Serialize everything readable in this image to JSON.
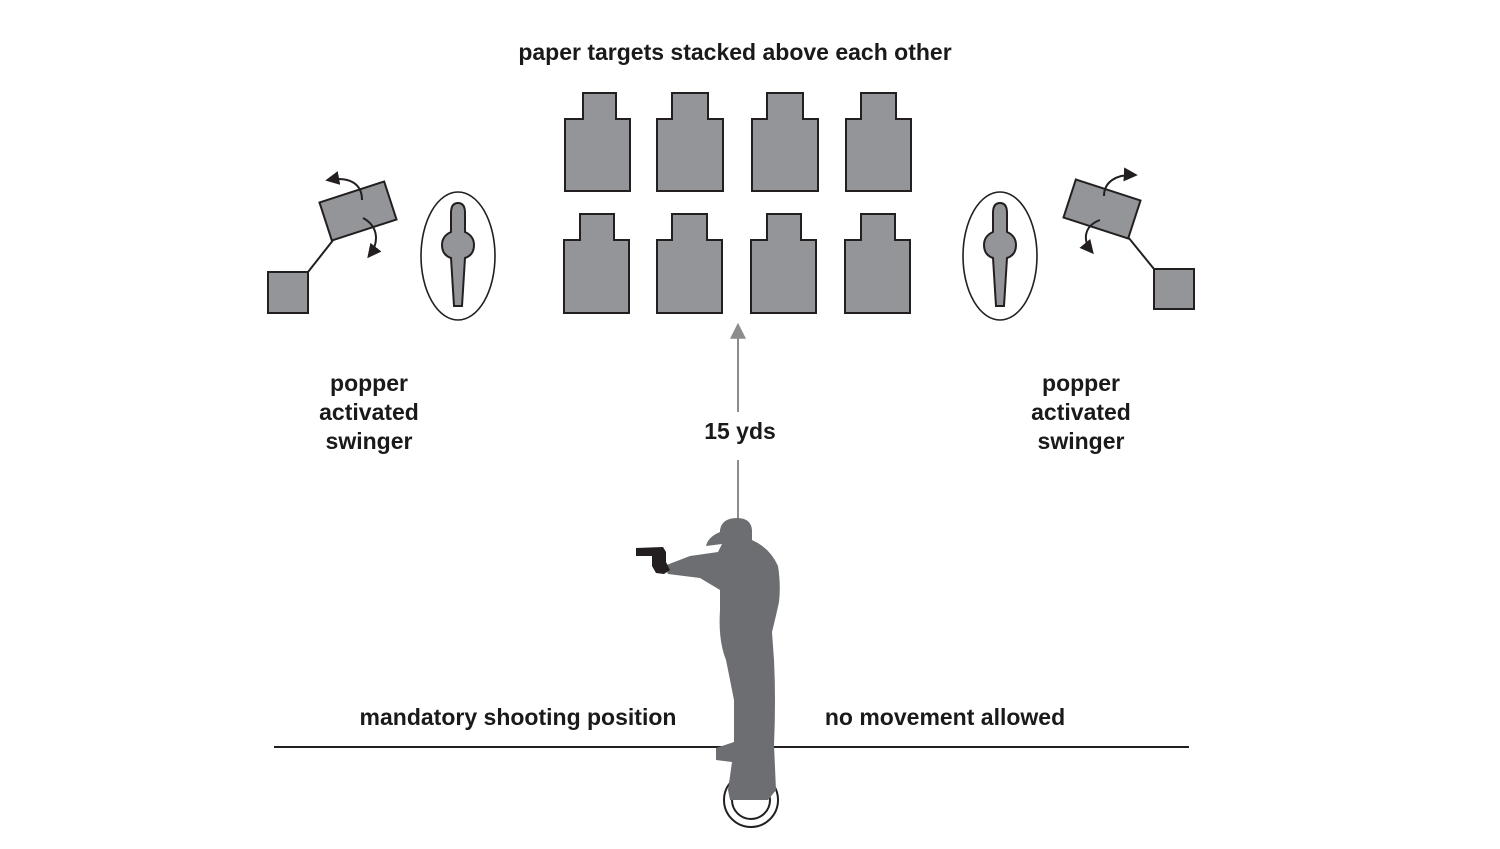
{
  "title": "paper targets stacked above each other",
  "left_swinger": {
    "lines": [
      "popper",
      "activated",
      "swinger"
    ]
  },
  "right_swinger": {
    "lines": [
      "popper",
      "activated",
      "swinger"
    ]
  },
  "distance": "15 yds",
  "left_zone": "mandatory shooting position",
  "right_zone": "no movement allowed",
  "colors": {
    "target_fill": "#939598",
    "outline": "#231f20",
    "shooter": "#6d6e71",
    "arrow": "#8a8c8e"
  },
  "paper_target_rows": 2,
  "paper_targets_per_row": 4
}
